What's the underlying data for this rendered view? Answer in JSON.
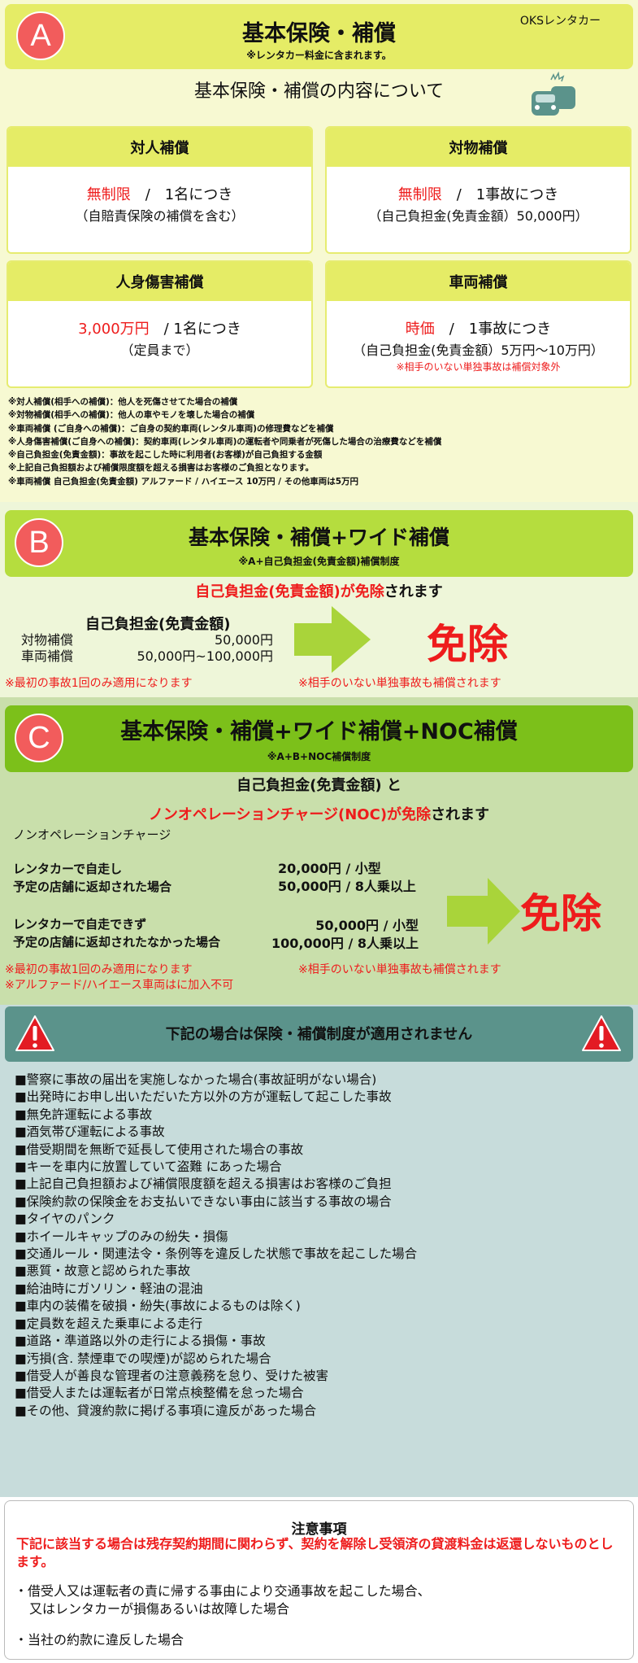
{
  "sectionA": {
    "badge": "A",
    "title": "基本保険・補償",
    "subtitle": "※レンタカー料金に含まれます。",
    "brand": "OKSレンタカー",
    "heading": "基本保険・補償の内容について",
    "cards": [
      {
        "title": "対人補償",
        "amount": "無制限",
        "unit": "/　1名につき",
        "detail": "（自賠責保険の補償を含む）",
        "note": ""
      },
      {
        "title": "対物補償",
        "amount": "無制限",
        "unit": "/　1事故につき",
        "detail": "（自己負担金(免責金額）50,000円）",
        "note": ""
      },
      {
        "title": "人身傷害補償",
        "amount": "3,000万円",
        "unit": "/ 1名につき",
        "detail": "（定員まで）",
        "note": ""
      },
      {
        "title": "車両補償",
        "amount": "時価",
        "unit": "/　1事故につき",
        "detail": "（自己負担金(免責金額）5万円～10万円）",
        "note": "※相手のいない単独事故は補償対象外"
      }
    ],
    "notes": [
      "※対人補償(相手への補償)：他人を死傷させてた場合の補償",
      "※対物補償(相手への補償)：他人の車やモノを壊した場合の補償",
      "※車両補償 (ご自身への補償)：ご自身の契約車両(レンタル車両)の修理費などを補償",
      "※人身傷害補償(ご自身への補償)：契約車両(レンタル車両)の運転者や同乗者が死傷した場合の治療費などを補償",
      "※自己負担金(免責金額)：事故を起こした時に利用者(お客様)が自己負担する金額",
      "※上記自己負担額および補償限度額を超える損害はお客様のご負担となります。",
      "※車両補償 自己負担金(免責金額) アルファード / ハイエース 10万円 / その他車両は5万円"
    ]
  },
  "sectionB": {
    "badge": "B",
    "title": "基本保険・補償+ワイド補償",
    "subtitle": "※A+自己負担金(免責金額)補償制度",
    "headline_red": "自己負担金(免責金額)が免除",
    "headline_rest": "されます",
    "box_title": "自己負担金(免責金額)",
    "rows": [
      {
        "label": "対物補償",
        "value": "50,000円"
      },
      {
        "label": "車両補償",
        "value": "50,000円~100,000円"
      }
    ],
    "exempt": "免除",
    "note_left": "※最初の事故1回のみ適用になります",
    "note_right": "※相手のいない単独事故も補償されます"
  },
  "sectionC": {
    "badge": "C",
    "title": "基本保険・補償+ワイド補償+NOC補償",
    "subtitle": "※A+B+NOC補償制度",
    "line1": "自己負担金(免責金額) と",
    "headline_red": "ノンオペレーションチャージ(NOC)が免除",
    "headline_rest": "されます",
    "noc_label": "ノンオペレーションチャージ",
    "cases": [
      {
        "l1": "レンタカーで自走し",
        "l2": "予定の店舗に返却された場合",
        "v1": "20,000円 / 小型",
        "v2": "50,000円 / 8人乗以上"
      },
      {
        "l1": "レンタカーで自走できず",
        "l2": "予定の店舗に返却されたなかった場合",
        "v1": "50,000円 / 小型",
        "v2": "100,000円 / 8人乗以上"
      }
    ],
    "exempt": "免除",
    "note_left": "※最初の事故1回のみ適用になります",
    "note_right": "※相手のいない単独事故も補償されます",
    "note_left2": "※アルファード/ハイエース車両はに加入不可"
  },
  "sectionD": {
    "title": "下記の場合は保険・補償制度が適用されません",
    "items": [
      "■警察に事故の届出を実施しなかった場合(事故証明がない場合)",
      "■出発時にお申し出いただいた方以外の方が運転して起こした事故",
      "■無免許運転による事故",
      "■酒気帯び運転による事故",
      "■借受期間を無断で延長して使用された場合の事故",
      "■キーを車内に放置していて盗難 にあった場合",
      "■上記自己負担額および補償限度額を超える損害はお客様のご負担",
      "■保険約款の保険金をお支払いできない事由に該当する事故の場合",
      "■タイヤのパンク",
      "■ホイールキャップのみの紛失・損傷",
      "■交通ルール・関連法令・条例等を違反した状態で事故を起こした場合",
      "■悪質・故意と認められた事故",
      "■給油時にガソリン・軽油の混油",
      "■車内の装備を破損・紛失(事故によるものは除く)",
      "■定員数を超えた乗車による走行",
      "■道路・準道路以外の走行による損傷・事故",
      "■汚損(含. 禁煙車での喫煙)が認められた場合",
      "■借受人が善良な管理者の注意義務を怠り、受けた被害",
      "■借受人または運転者が日常点検整備を怠った場合",
      "■その他、貸渡約款に掲げる事項に違反があった場合"
    ]
  },
  "sectionE": {
    "title": "注意事項",
    "warning": "下記に該当する場合は残存契約期間に関わらず、契約を解除し受領済の貸渡料金は返還しないものとします。",
    "item1a": "・借受人又は運転者の責に帰する事由により交通事故を起こした場合、",
    "item1b": "又はレンタカーが損傷あるいは故障した場合",
    "item2": "・当社の約款に違反した場合"
  }
}
